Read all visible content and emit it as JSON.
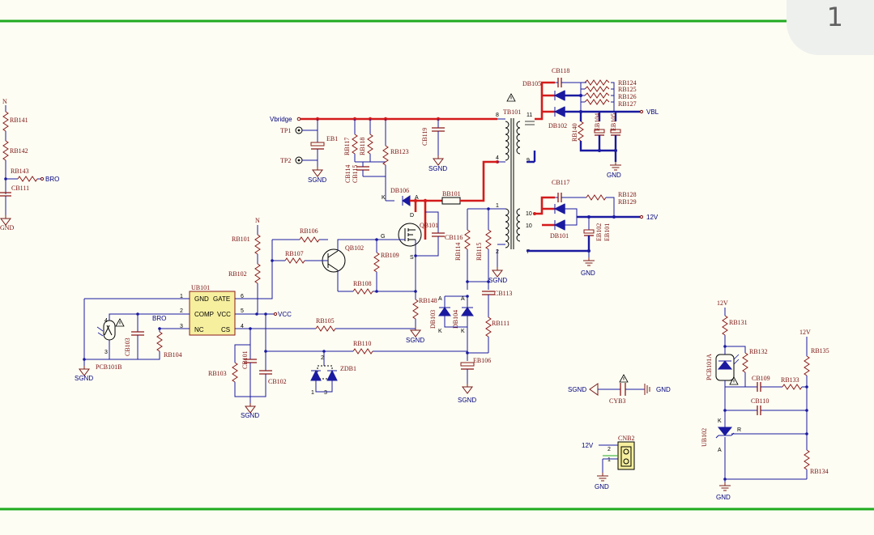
{
  "page": {
    "number": "1"
  },
  "colors": {
    "wire": "#1a1aa0",
    "highlight_wire": "#d41b1b",
    "component": "#8b1a1a",
    "frame": "#1faa1f",
    "ic_fill": "#f6ef9e"
  },
  "nets": {
    "vbridge": "Vbridge",
    "vbl": "VBL",
    "v12": "12V",
    "vcc": "VCC",
    "bro": "BRO",
    "n": "N",
    "sgnd": "SGND",
    "gnd": "GND"
  },
  "components": {
    "rb141": "RB141",
    "rb142": "RB142",
    "rb143": "RB143",
    "cb111": "CB111",
    "tp1": "TP1",
    "tp2": "TP2",
    "eb1": "EB1",
    "rb117": "RB117",
    "rb118": "RB118",
    "rb123": "RB123",
    "cb114": "CB114",
    "cb115": "CB115",
    "cb119": "CB119",
    "db106": "DB106",
    "bb101": "BB101",
    "tb101": "TB101",
    "qb101": "QB101",
    "cb116": "CB116",
    "rb114": "RB114",
    "rb115": "RB115",
    "rb101": "RB101",
    "rb102": "RB102",
    "rb106": "RB106",
    "rb107": "RB107",
    "qb102": "QB102",
    "rb109": "RB109",
    "rb108": "RB108",
    "rb148": "RB148",
    "cb113": "CB113",
    "db103": "DB103",
    "db104": "DB104",
    "rb111": "RB111",
    "ub101": "UB101",
    "rb105": "RB105",
    "rb110": "RB110",
    "pcb101b": "PCB101B",
    "cb103": "CB103",
    "rb104": "RB104",
    "rb103": "RB103",
    "cb101": "CB101",
    "cb102": "CB102",
    "zdb1": "ZDB1",
    "eb106": "EB106",
    "db105": "DB105",
    "cb118": "CB118",
    "db102": "DB102",
    "rb124": "RB124",
    "rb125": "RB125",
    "rb126": "RB126",
    "rb127": "RB127",
    "rb140": "RB140",
    "eb104": "EB104",
    "eb105": "EB105",
    "cb117": "CB117",
    "rb128": "RB128",
    "rb129": "RB129",
    "db101": "DB101",
    "eb102": "EB102",
    "eb101": "EB101",
    "cyb3": "CYB3",
    "cnb2": "CNB2",
    "rb131": "RB131",
    "pcb101a": "PCB101A",
    "rb132": "RB132",
    "cb109": "CB109",
    "rb133": "RB133",
    "rb135": "RB135",
    "cb110": "CB110",
    "ub102": "UB102",
    "rb134": "RB134"
  },
  "ub101_pins": {
    "gnd": "GND",
    "gate": "GATE",
    "comp": "COMP",
    "vcc": "VCC",
    "nc": "NC",
    "cs": "CS",
    "p1": "1",
    "p2": "2",
    "p3": "3",
    "p4": "4",
    "p5": "5",
    "p6": "6"
  },
  "transformer_pins": {
    "p8": "8",
    "p4": "4",
    "p11": "11",
    "p9": "9",
    "p1": "1",
    "p2": "2",
    "p10": "10",
    "p7": "7"
  },
  "pin_marks": {
    "k": "K",
    "a": "A",
    "g": "G",
    "d": "D",
    "s": "S",
    "r": "R",
    "p1": "1",
    "p2": "2",
    "p3": "3",
    "p4": "4"
  }
}
